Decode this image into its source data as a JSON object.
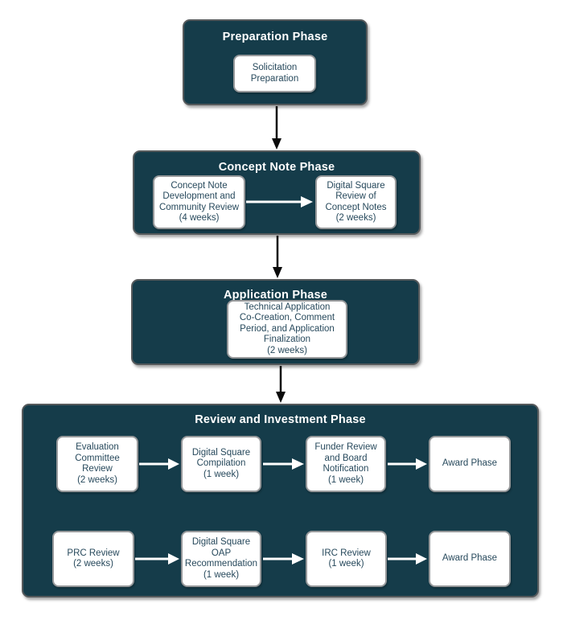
{
  "colors": {
    "phase_fill": "#153c4a",
    "phase_border": "#565a5c",
    "task_fill": "#ffffff",
    "task_border": "#97999b",
    "task_text": "#27495c",
    "title_text": "#ffffff",
    "arrow_black": "#0a0a0a",
    "arrow_white": "#ffffff",
    "page_bg": "#ffffff"
  },
  "phases": {
    "preparation": {
      "title": "Preparation Phase",
      "tasks": [
        {
          "label": "Solicitation\nPreparation"
        }
      ]
    },
    "concept_note": {
      "title": "Concept Note Phase",
      "tasks": [
        {
          "label": "Concept Note\nDevelopment and\nCommunity Review\n(4 weeks)"
        },
        {
          "label": "Digital Square\nReview of\nConcept Notes\n(2 weeks)"
        }
      ]
    },
    "application": {
      "title": "Application Phase",
      "tasks": [
        {
          "label": "Technical Application\nCo-Creation, Comment\nPeriod, and Application\nFinalization\n(2 weeks)"
        }
      ]
    },
    "review_investment": {
      "title": "Review and Investment Phase",
      "rows": [
        {
          "tasks": [
            {
              "label": "Evaluation\nCommittee\nReview\n(2 weeks)"
            },
            {
              "label": "Digital Square\nCompilation\n(1 week)"
            },
            {
              "label": "Funder Review\nand Board\nNotification\n(1 week)"
            },
            {
              "label": "Award Phase"
            }
          ]
        },
        {
          "tasks": [
            {
              "label": "PRC Review\n(2 weeks)"
            },
            {
              "label": "Digital Square\nOAP\nRecommendation\n(1 week)"
            },
            {
              "label": "IRC Review\n(1 week)"
            },
            {
              "label": "Award Phase"
            }
          ]
        }
      ]
    }
  }
}
